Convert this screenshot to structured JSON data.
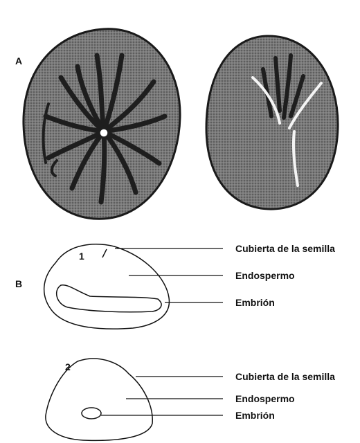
{
  "panels": {
    "a": {
      "letter": "A"
    },
    "b": {
      "letter": "B"
    }
  },
  "figures": [
    {
      "number": "1",
      "labels": [
        "Cubierta de la semilla",
        "Endospermo",
        "Embrión"
      ]
    },
    {
      "number": "2",
      "labels": [
        "Cubierta de la semilla",
        "Endospermo",
        "Embrión"
      ]
    }
  ],
  "colors": {
    "ink": "#111111",
    "seed_fill": "#6b6b6b",
    "seed_dark": "#2a2a2a",
    "paper": "#ffffff"
  }
}
